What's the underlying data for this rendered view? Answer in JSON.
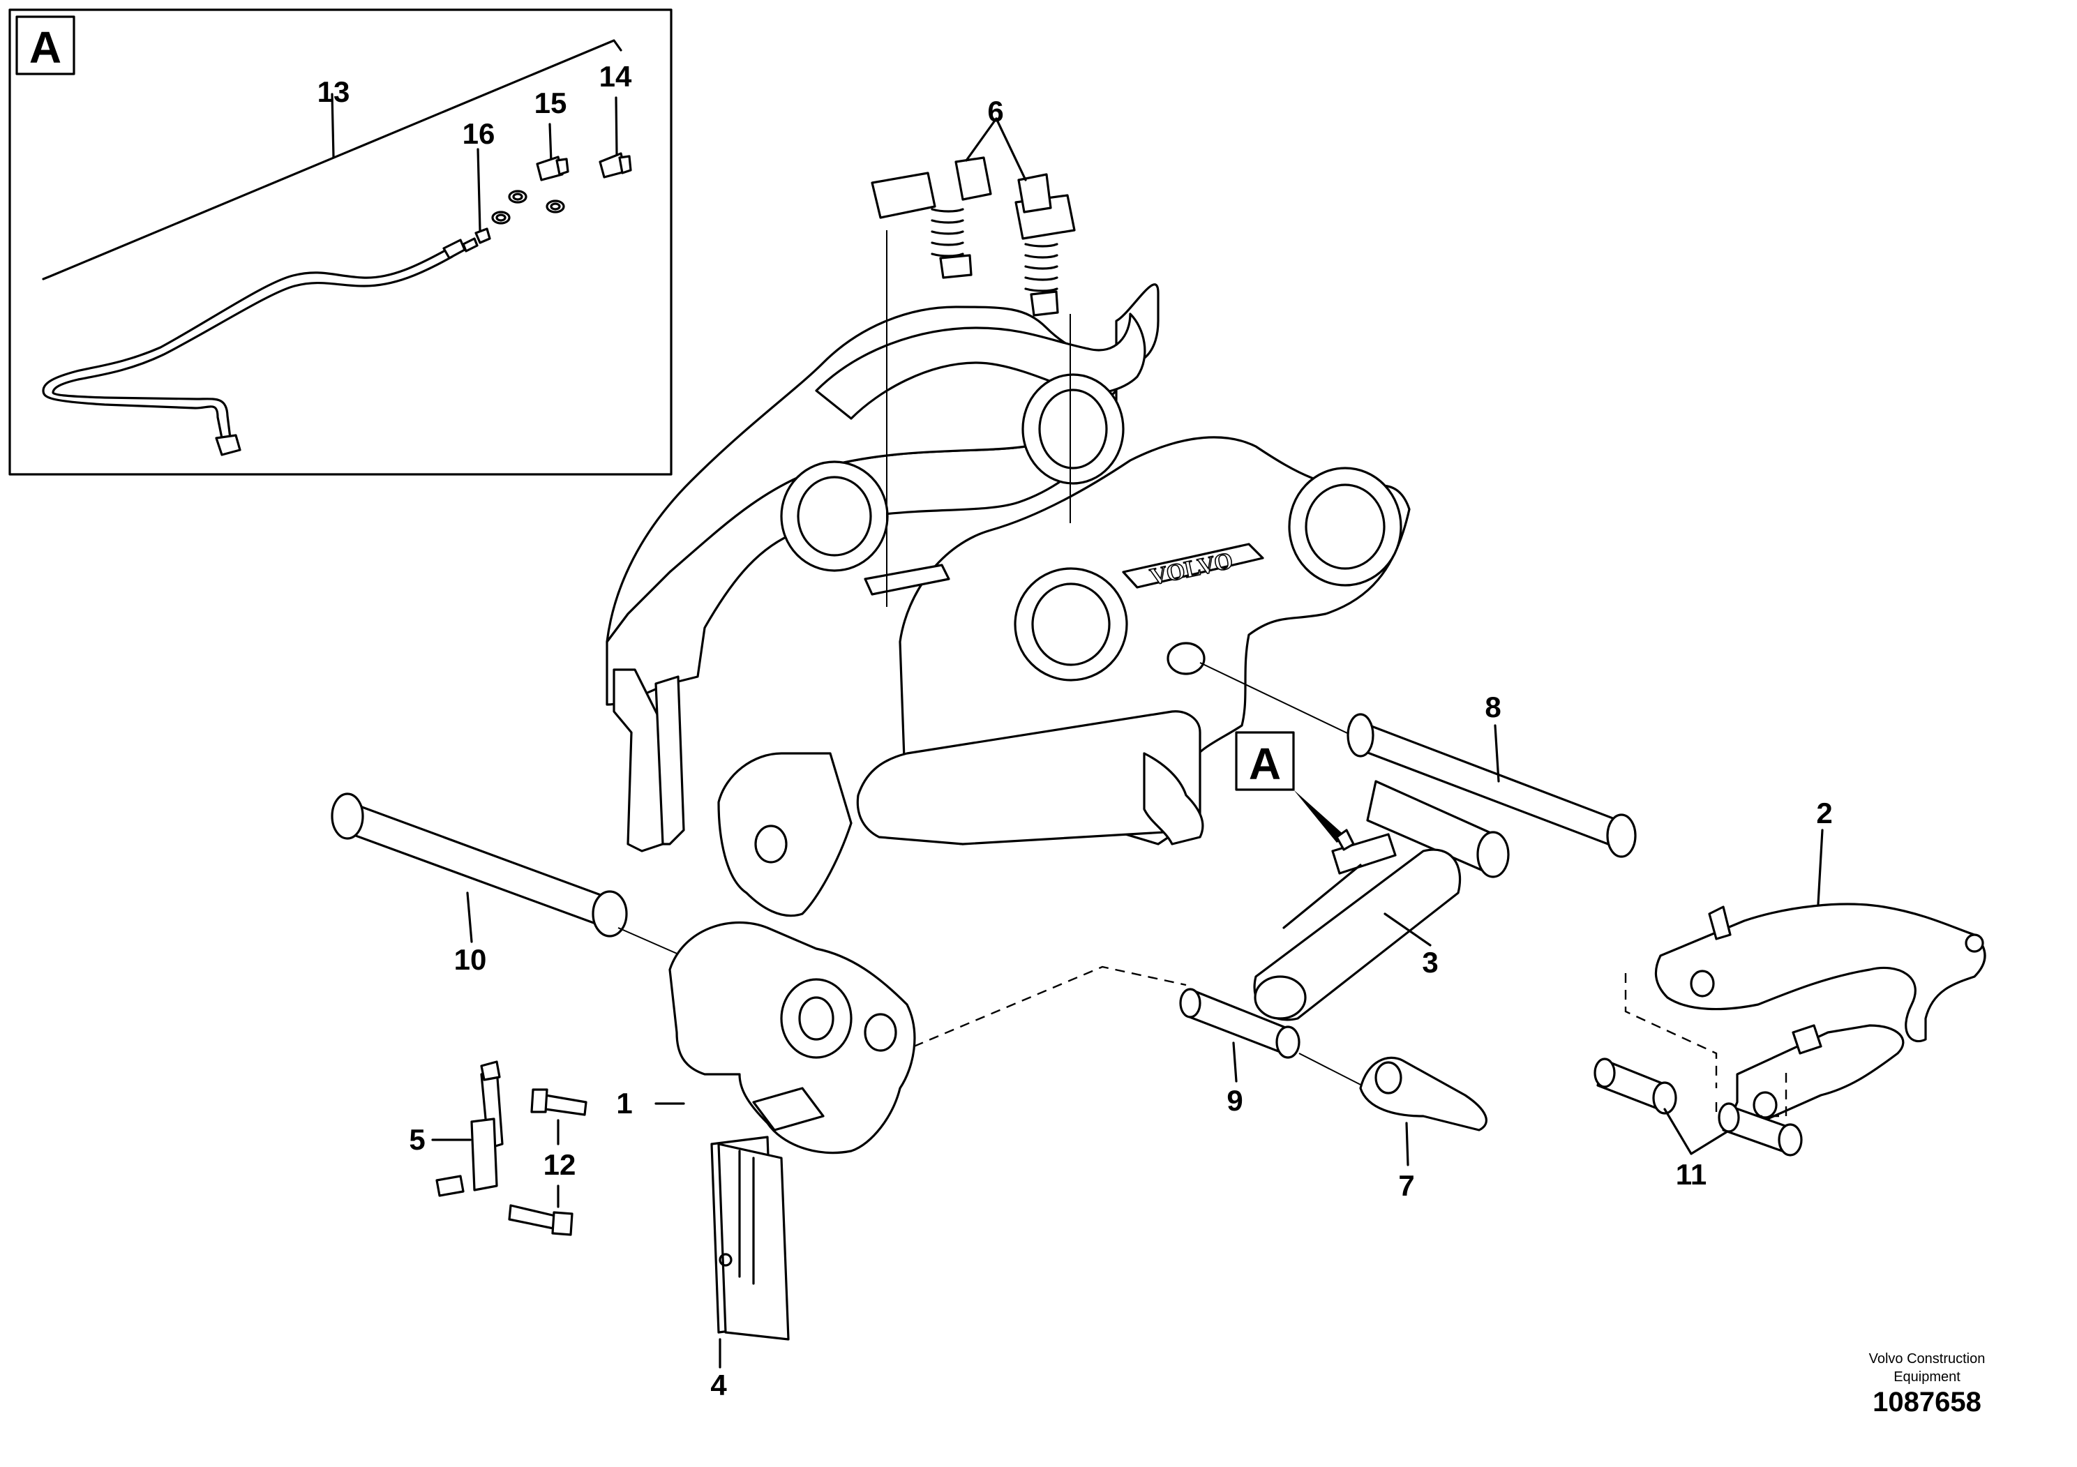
{
  "diagram": {
    "inset_letter": "A",
    "callout_letter": "A",
    "part_labels": {
      "p1": "1",
      "p2": "2",
      "p3": "3",
      "p4": "4",
      "p5": "5",
      "p6": "6",
      "p7": "7",
      "p8": "8",
      "p9": "9",
      "p10": "10",
      "p11": "11",
      "p12": "12",
      "p13": "13",
      "p14": "14",
      "p15": "15",
      "p16": "16"
    },
    "frame_brand": "VOLVO"
  },
  "footer": {
    "brand_line1": "Volvo Construction",
    "brand_line2": "Equipment",
    "drawing_number": "1087658"
  }
}
